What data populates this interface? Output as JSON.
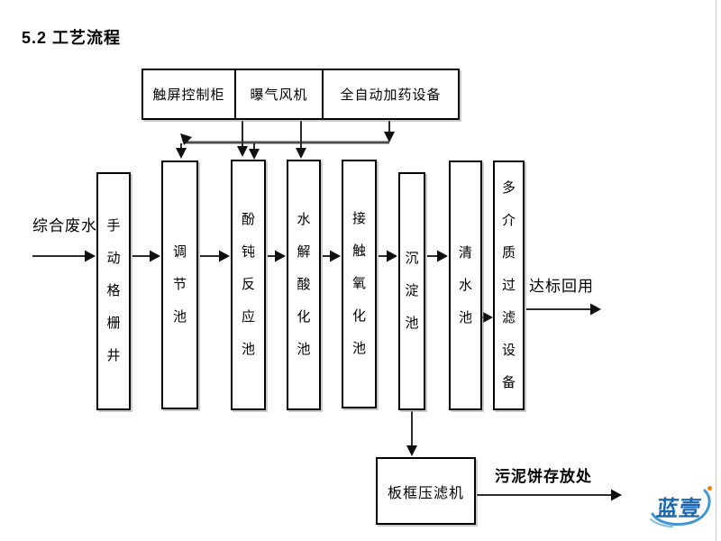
{
  "page": {
    "title": "5.2 工艺流程"
  },
  "control_units": {
    "cells": [
      {
        "label": "触屏控制柜"
      },
      {
        "label": "曝气风机"
      },
      {
        "label": "全自动加药设备"
      }
    ]
  },
  "flow": {
    "input_label": "综合废水",
    "tanks": [
      {
        "label": "手动格栅井"
      },
      {
        "label": "调节池"
      },
      {
        "label": "酚钝反应池"
      },
      {
        "label": "水解酸化池"
      },
      {
        "label": "接触氧化池"
      },
      {
        "label": "沉淀池"
      },
      {
        "label": "清水池"
      },
      {
        "label": "多介质过滤设备"
      }
    ],
    "output_label": "达标回用",
    "sludge": {
      "press_label": "板框压滤机",
      "output_label": "污泥饼存放处"
    }
  },
  "logo": {
    "text": "蓝壹",
    "colors": {
      "blue": "#1c67ae",
      "light_blue": "#3f96d0",
      "orange": "#f08300"
    }
  }
}
